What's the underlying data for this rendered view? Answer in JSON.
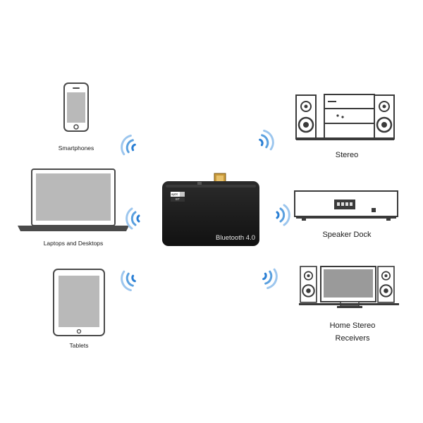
{
  "devices_left": {
    "smartphones": "Smartphones",
    "laptops": "Laptops and Desktops",
    "tablets": "Tablets"
  },
  "devices_right": {
    "stereo": "Stereo",
    "speaker_dock": "Speaker Dock",
    "home_stereo_line1": "Home Stereo",
    "home_stereo_line2": "Receivers"
  },
  "hub": {
    "label": "Bluetooth 4.0",
    "badge_top": "aptX",
    "badge_bottom": "BT"
  },
  "icons": [
    "smartphone-icon",
    "laptop-icon",
    "tablet-icon",
    "stereo-icon",
    "speaker-dock-icon",
    "home-stereo-icon",
    "wireless-signal-icon"
  ],
  "colors": {
    "hub": "#1c1c1c",
    "screen": "#b9b9b9",
    "signal": "#2a7fd4",
    "outline": "#4a4a4a"
  }
}
